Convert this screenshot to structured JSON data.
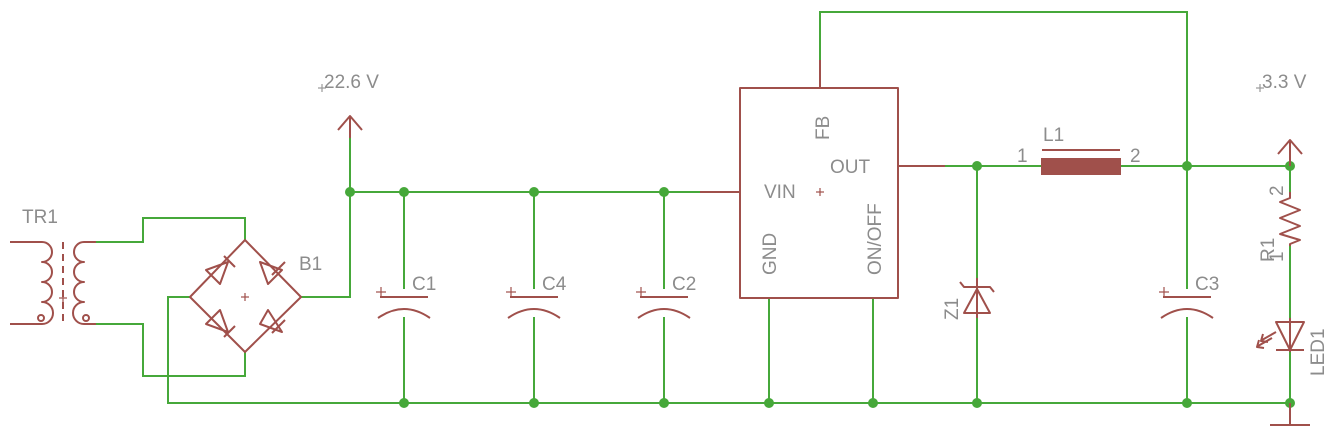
{
  "schematic": {
    "labels": {
      "tr1": "TR1",
      "b1": "B1",
      "c1": "C1",
      "c4": "C4",
      "c2": "C2",
      "c3": "C3",
      "z1": "Z1",
      "l1": "L1",
      "r1": "R1",
      "led1": "LED1",
      "vin_supply": "22.6 V",
      "vout_supply": "3.3 V"
    },
    "regulator": {
      "fb": "FB",
      "out": "OUT",
      "vin": "VIN",
      "gnd": "GND",
      "onoff": "ON/OFF"
    },
    "pins": {
      "l1_pin1": "1",
      "l1_pin2": "2",
      "r1_pin1": "1",
      "r1_pin2": "2"
    }
  },
  "colors": {
    "wire": "#46a83a",
    "symbol": "#a0504b",
    "text": "#8c8c8c"
  }
}
